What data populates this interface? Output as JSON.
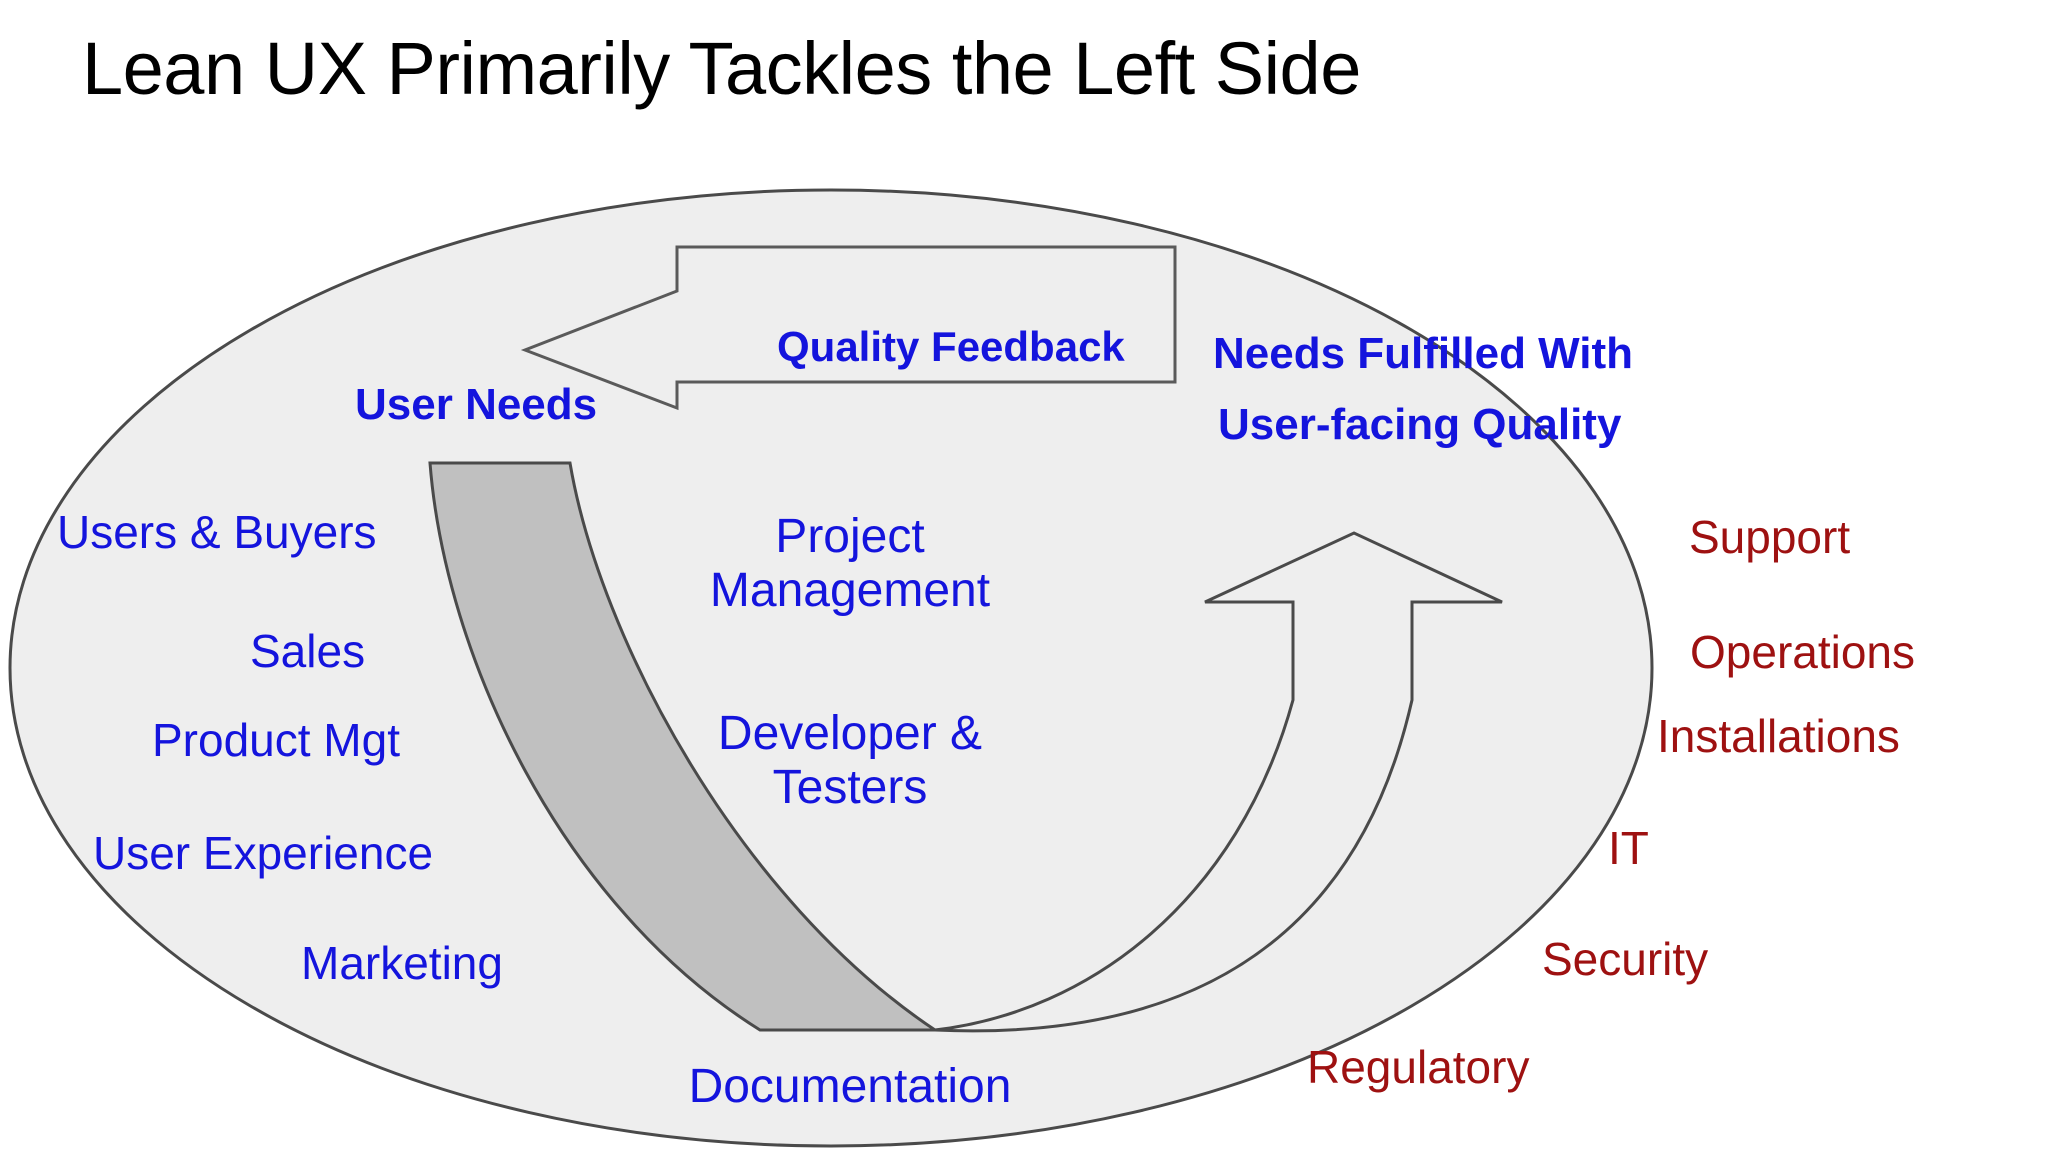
{
  "slide": {
    "title": "Lean UX Primarily Tackles the Left Side",
    "background_color": "#ffffff"
  },
  "colors": {
    "blue": "#1414dd",
    "dark_red": "#9e1111",
    "ellipse_fill": "#eeeeee",
    "ellipse_stroke": "#4a4a4a",
    "gray_band_fill": "#c0c0c0",
    "arrow_fill": "#eeeeee",
    "title_color": "#000000"
  },
  "diagram": {
    "ellipse": {
      "name": "organization-ellipse"
    },
    "feedback_arrow": {
      "label": "Quality Feedback",
      "direction": "left"
    },
    "flow_arrow": {
      "name": "value-flow-arrow",
      "direction": "up-right"
    },
    "gray_band": {
      "name": "gray-needs-band"
    },
    "headings": {
      "left": "User Needs",
      "right_line1": "Needs Fulfilled With",
      "right_line2": "User-facing Quality"
    },
    "left_column": [
      {
        "label": "Users & Buyers"
      },
      {
        "label": "Sales"
      },
      {
        "label": "Product Mgt"
      },
      {
        "label": "User Experience"
      },
      {
        "label": "Marketing"
      }
    ],
    "center_column": [
      {
        "label": "Project Management"
      },
      {
        "label": "Developer & Testers"
      },
      {
        "label": "Documentation"
      }
    ],
    "right_column": [
      {
        "label": "Support"
      },
      {
        "label": "Operations"
      },
      {
        "label": "Installations"
      },
      {
        "label": "IT"
      },
      {
        "label": "Security"
      },
      {
        "label": "Regulatory"
      }
    ]
  }
}
